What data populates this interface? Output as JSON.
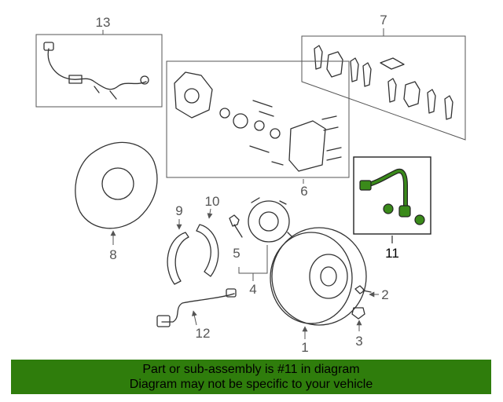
{
  "callouts": {
    "c1": "1",
    "c2": "2",
    "c3": "3",
    "c4": "4",
    "c5": "5",
    "c6": "6",
    "c7": "7",
    "c8": "8",
    "c9": "9",
    "c10": "10",
    "c11": "11",
    "c12": "12",
    "c13": "13"
  },
  "highlight_color": "#3a8a1a",
  "footer": {
    "line1": "Part or sub-assembly is #11 in diagram",
    "line2": "Diagram may not be specific to your vehicle",
    "background": "#2f7d0c"
  }
}
